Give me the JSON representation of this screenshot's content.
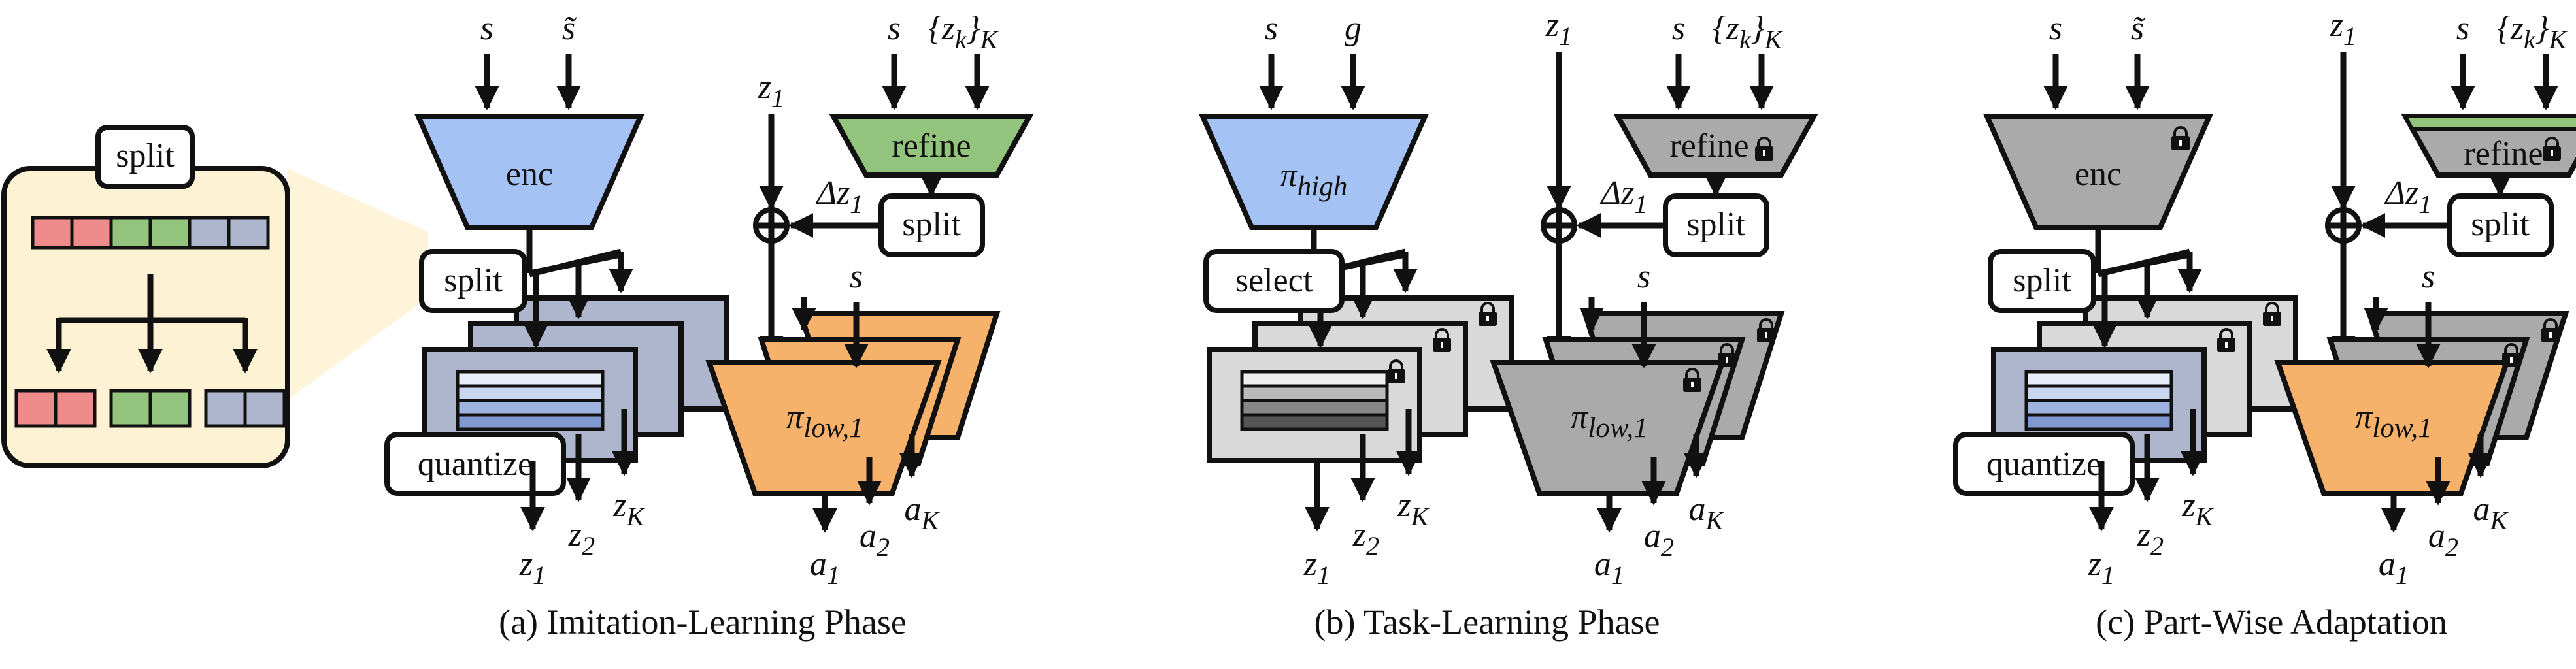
{
  "colors": {
    "enc_blue": "#a4c2f4",
    "refine_green": "#93c47d",
    "pi_low_orange": "#f6b26b",
    "code_block": "#adb6cc",
    "frozen_gray": "#aaaaaa",
    "frozen_light": "#d9d9d9",
    "zoom_bg": "#fdf2d4",
    "seg_red": "#ee8b8b",
    "seg_green": "#93c47d",
    "seg_blue": "#adb6cc"
  },
  "zoom": {
    "label": "split",
    "arrangement": "one vector split into three sub-vectors"
  },
  "panels": [
    {
      "caption": "(a) Imitation-Learning Phase",
      "inputs": [
        "s",
        "s̃"
      ],
      "encoder": "enc",
      "encoder_locked": false,
      "split_label": "split",
      "bottom_label": "quantize",
      "code_colors": "color",
      "refine_label": "refine",
      "refine_state": "trainable",
      "refine_inputs": [
        "s",
        "{z",
        "k",
        "}",
        "K"
      ],
      "z1_label": "z",
      "z1_sub": "1",
      "delta_label": "Δz",
      "delta_sub": "1",
      "refine_split": "split",
      "policy_label": "π",
      "policy_sub": "low,1",
      "policy_state": "trainable",
      "policy_input": "s",
      "z_outputs": [
        "z",
        "1",
        "z",
        "2",
        "z",
        "K"
      ],
      "a_outputs": [
        "a",
        "1",
        "a",
        "2",
        "a",
        "K"
      ]
    },
    {
      "caption": "(b) Task-Learning Phase",
      "inputs": [
        "s",
        "g"
      ],
      "encoder": "π",
      "encoder_sub": "high",
      "encoder_locked": false,
      "split_label": "select",
      "bottom_label": "",
      "code_colors": "gray",
      "refine_label": "refine",
      "refine_state": "frozen",
      "refine_inputs": [
        "s",
        "{z",
        "k",
        "}",
        "K"
      ],
      "z1_label": "z",
      "z1_sub": "1",
      "delta_label": "Δz",
      "delta_sub": "1",
      "refine_split": "split",
      "policy_label": "π",
      "policy_sub": "low,1",
      "policy_state": "frozen",
      "policy_input": "s",
      "z_outputs": [
        "z",
        "1",
        "z",
        "2",
        "z",
        "K"
      ],
      "a_outputs": [
        "a",
        "1",
        "a",
        "2",
        "a",
        "K"
      ]
    },
    {
      "caption": "(c) Part-Wise Adaptation",
      "inputs": [
        "s",
        "s̃"
      ],
      "encoder": "enc",
      "encoder_locked": true,
      "split_label": "split",
      "bottom_label": "quantize",
      "code_colors": "color",
      "refine_label": "refine",
      "refine_state": "partial",
      "refine_inputs": [
        "s",
        "{z",
        "k",
        "}",
        "K"
      ],
      "z1_label": "z",
      "z1_sub": "1",
      "delta_label": "Δz",
      "delta_sub": "1",
      "refine_split": "split",
      "policy_label": "π",
      "policy_sub": "low,1",
      "policy_state": "trainable-front",
      "policy_input": "s",
      "z_outputs": [
        "z",
        "1",
        "z",
        "2",
        "z",
        "K"
      ],
      "a_outputs": [
        "a",
        "1",
        "a",
        "2",
        "a",
        "K"
      ]
    }
  ]
}
